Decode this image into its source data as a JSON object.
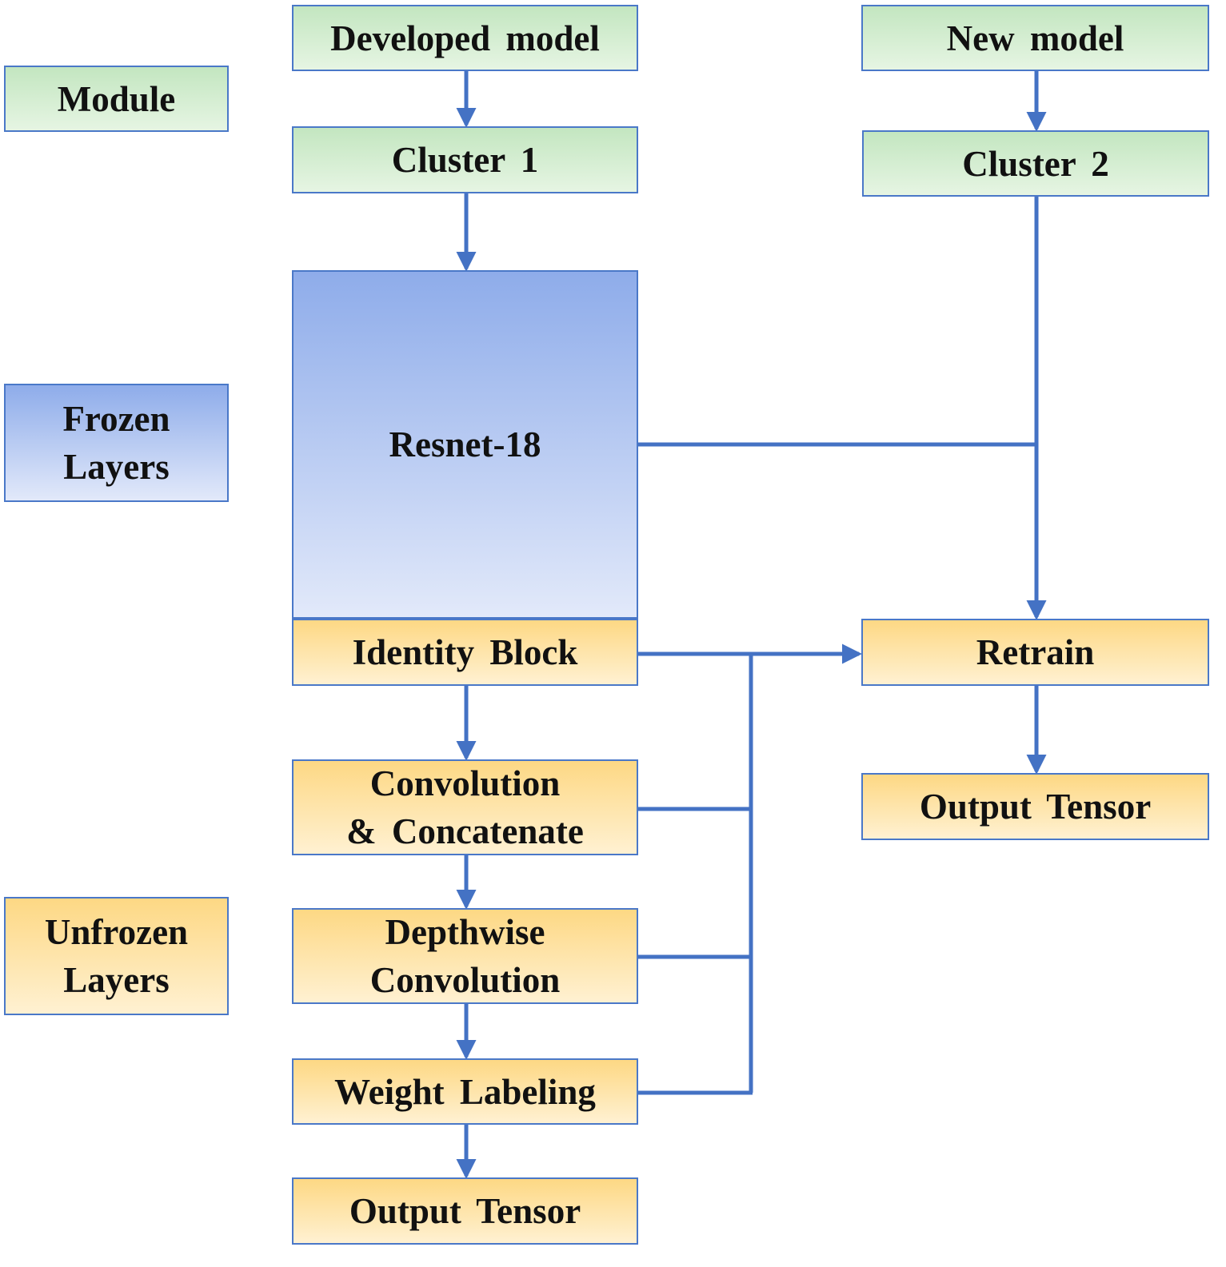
{
  "legend": {
    "module": "Module",
    "frozen": "Frozen\nLayers",
    "unfrozen": "Unfrozen\nLayers"
  },
  "left_path": {
    "developed_model": "Developed model",
    "cluster1": "Cluster 1",
    "resnet": "Resnet-18",
    "identity_block": "Identity Block",
    "conv_concat": "Convolution\n& Concatenate",
    "depthwise": "Depthwise\nConvolution",
    "weight_labeling": "Weight Labeling",
    "output_tensor": "Output Tensor"
  },
  "right_path": {
    "new_model": "New model",
    "cluster2": "Cluster 2",
    "retrain": "Retrain",
    "output_tensor": "Output Tensor"
  },
  "colors": {
    "connector": "#4472c4",
    "border": "#4a78c8",
    "module_green": "#c3e6c0",
    "frozen_blue": "#8eacea",
    "unfrozen_yellow": "#fdd884"
  }
}
